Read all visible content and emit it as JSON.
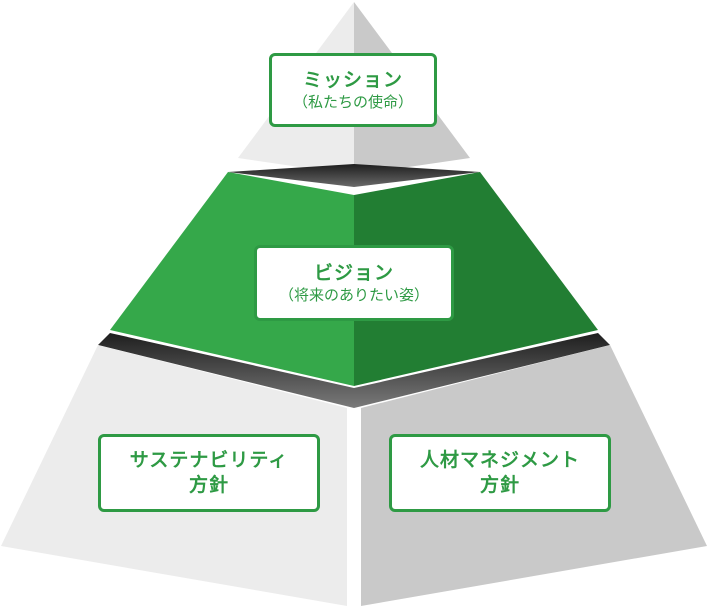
{
  "colors": {
    "accent_green": "#2e9a44",
    "vision_left": "#35a84a",
    "vision_right": "#227e33",
    "light_gray": "#e9e9e9",
    "mid_gray": "#c6c6c6",
    "dark_band": "#3a3a3a"
  },
  "mission": {
    "title": "ミッション",
    "subtitle": "（私たちの使命）"
  },
  "vision": {
    "title": "ビジョン",
    "subtitle": "（将来のありたい姿）"
  },
  "policies": {
    "sustainability": {
      "line1": "サステナビリティ",
      "line2": "方針"
    },
    "hr": {
      "line1": "人材マネジメント",
      "line2": "方針"
    }
  }
}
